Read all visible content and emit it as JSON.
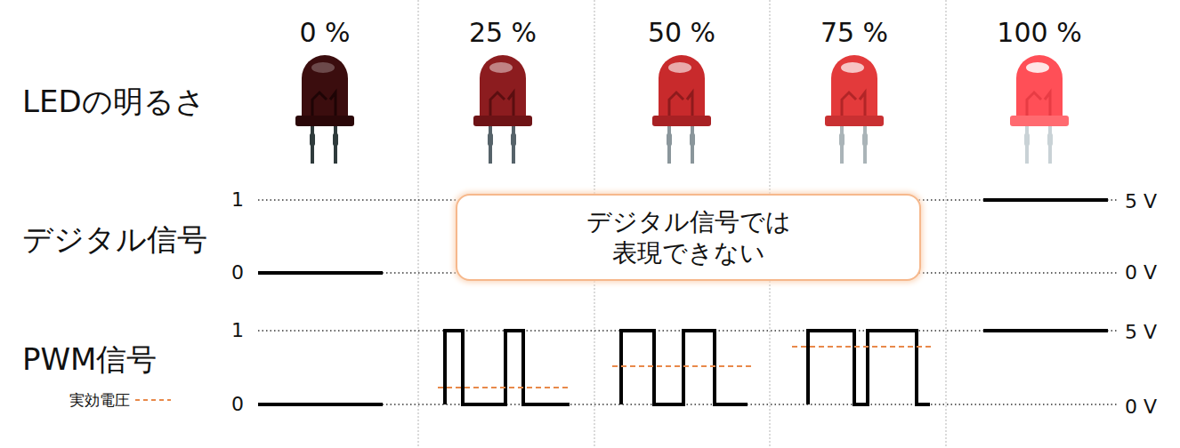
{
  "diagram": {
    "nodes": [
      {
        "text": [
          "デジタル信号では 表現できない"
        ]
      }
    ],
    "labels": [
      "0 %",
      "25 %",
      "50 %",
      "75 %",
      "100 %",
      "LEDの明るさ",
      "1",
      "5 V",
      "デジタル信号",
      "0",
      "0 V",
      "1",
      "5 V",
      "PWM信号",
      "0",
      "0 V"
    ],
    "legend": [
      {
        "text": "実効電圧"
      }
    ]
  }
}
